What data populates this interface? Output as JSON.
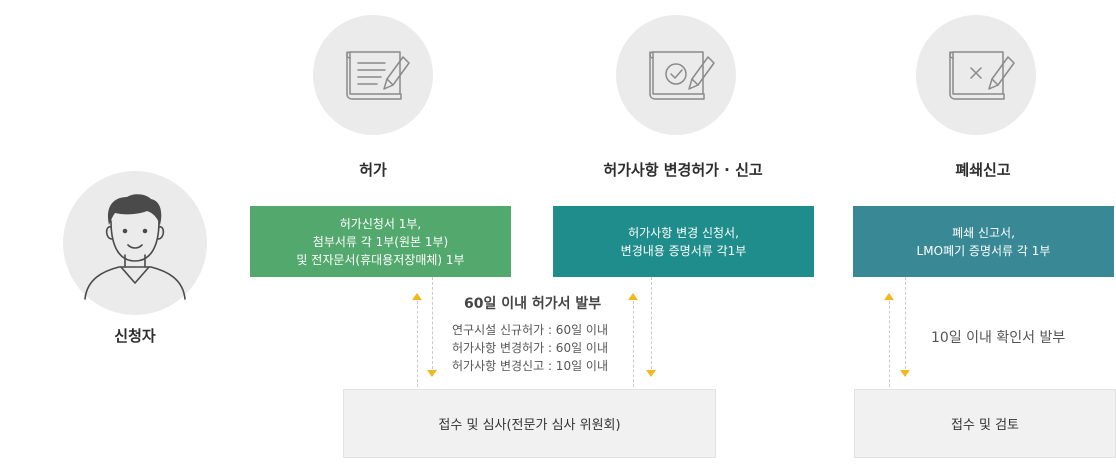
{
  "applicant": {
    "label": "신청자"
  },
  "steps": [
    {
      "title": "허가",
      "icon": "document-pen-icon",
      "box_lines": [
        "허가신청서 1부,",
        "첨부서류 각 1부(원본 1부)",
        "및 전자문서(휴대용저장매체) 1부"
      ]
    },
    {
      "title": "허가사항 변경허가 · 신고",
      "icon": "document-check-pen-icon",
      "box_lines": [
        "허가사항 변경 신청서,",
        "변경내용 증명서류 각1부"
      ]
    },
    {
      "title": "폐쇄신고",
      "icon": "document-x-pen-icon",
      "box_lines": [
        "폐쇄 신고서,",
        "LMO폐기 증명서류 각 1부"
      ]
    }
  ],
  "notes": {
    "permit_issue": "60일 이내 허가서 발부",
    "permit_details": [
      "연구시설 신규허가 : 60일 이내",
      "허가사항 변경허가 : 60일 이내",
      "허가사항 변경신고 : 10일 이내"
    ],
    "closure_issue": "10일 이내 확인서 발부"
  },
  "review_boxes": {
    "permit_review": "접수 및 심사(전문가 심사 위원회)",
    "closure_review": "접수 및 검토"
  },
  "colors": {
    "permit_box": "#53a86e",
    "change_box": "#1f8d8b",
    "closure_box": "#388895",
    "arrow": "#f2b81d",
    "circle_bg": "#ebebeb"
  }
}
